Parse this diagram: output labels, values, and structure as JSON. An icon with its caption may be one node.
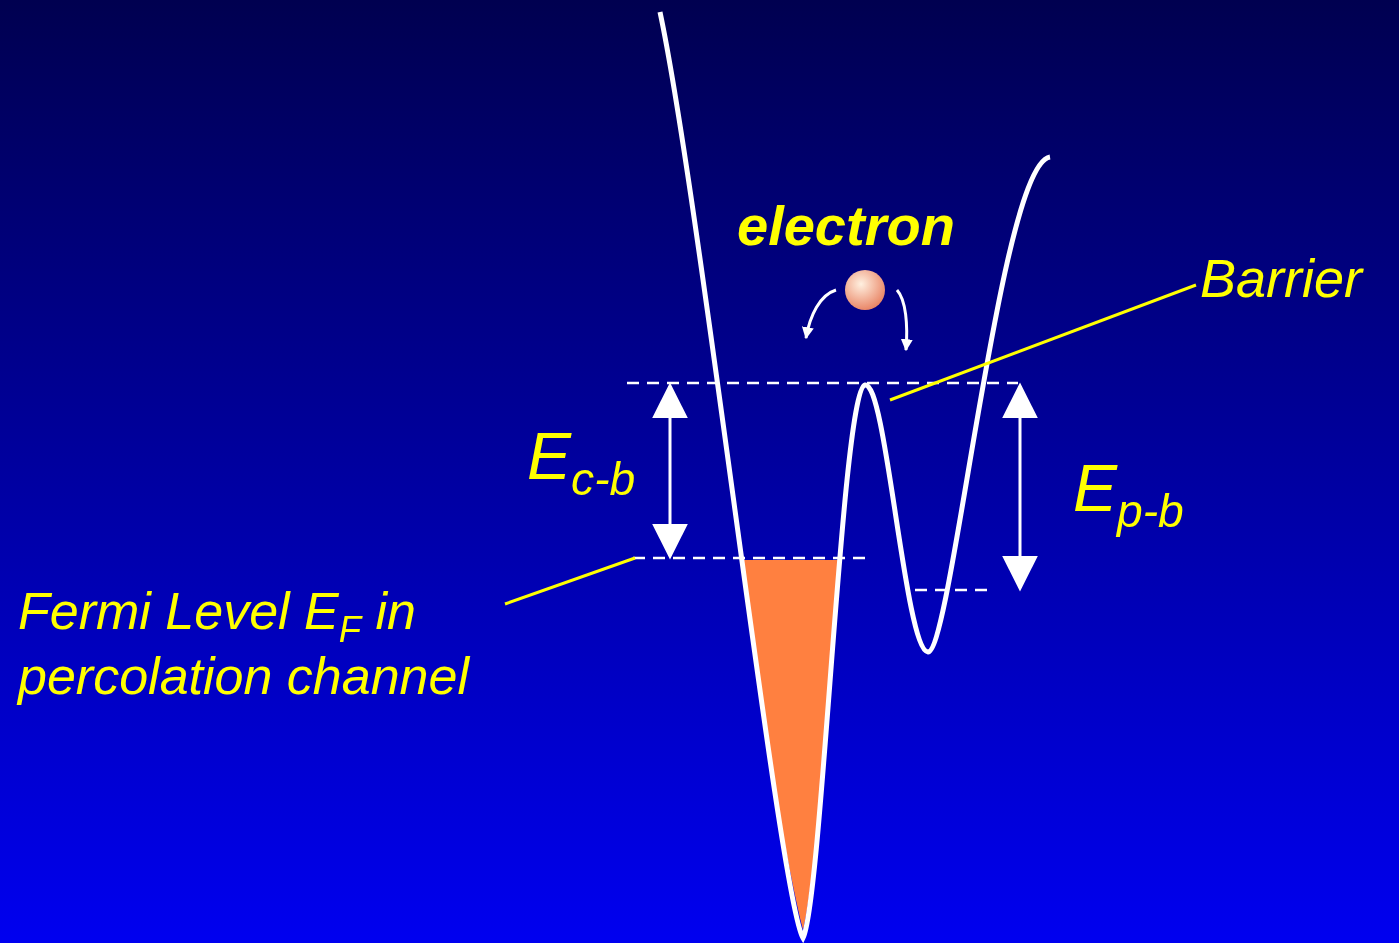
{
  "diagram": {
    "nodes": [
      {
        "text": [
          "Barrier"
        ]
      },
      {
        "text": [
          "Fermi Level E$_{F}$ in percolation channel"
        ]
      }
    ],
    "edges": [
      {
        "from": 0,
        "to": null,
        "arrow": "none"
      },
      {
        "from": 1,
        "to": null,
        "arrow": "none"
      }
    ],
    "labels": [
      "electron",
      "E$_{c-b}$",
      "E$_{p-b}$"
    ]
  }
}
